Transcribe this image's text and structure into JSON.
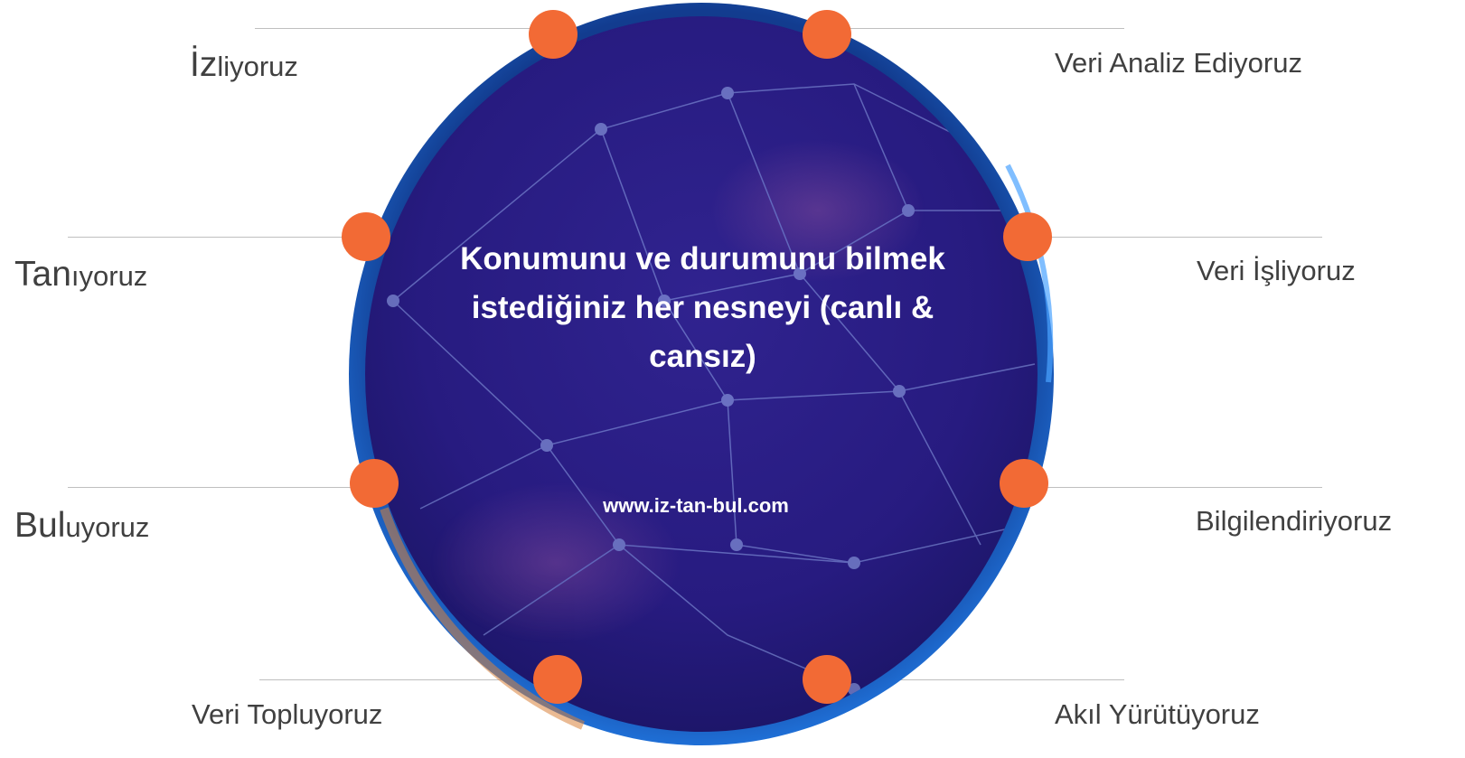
{
  "center": {
    "headline": "Konumunu ve durumunu bilmek istediğiniz her nesneyi (canlı & cansız)",
    "url": "www.iz-tan-bul.com"
  },
  "left_items": [
    {
      "emphasis": "İz",
      "rest": "liyoruz"
    },
    {
      "emphasis": "Tan",
      "rest": "ıyoruz"
    },
    {
      "emphasis": "Bul",
      "rest": "uyoruz"
    },
    {
      "text": "Veri Topluyoruz"
    }
  ],
  "right_items": [
    {
      "text": "Veri Analiz Ediyoruz"
    },
    {
      "text": "Veri İşliyoruz"
    },
    {
      "text": "Bilgilendiriyoruz"
    },
    {
      "text": "Akıl Yürütüyoruz"
    }
  ],
  "colors": {
    "node": "#f26a35",
    "globe_fill": "#2a1e82",
    "globe_rim": "#1f6fd6",
    "connector": "#bfbfbf",
    "label_text": "#404040",
    "center_text": "#ffffff"
  }
}
